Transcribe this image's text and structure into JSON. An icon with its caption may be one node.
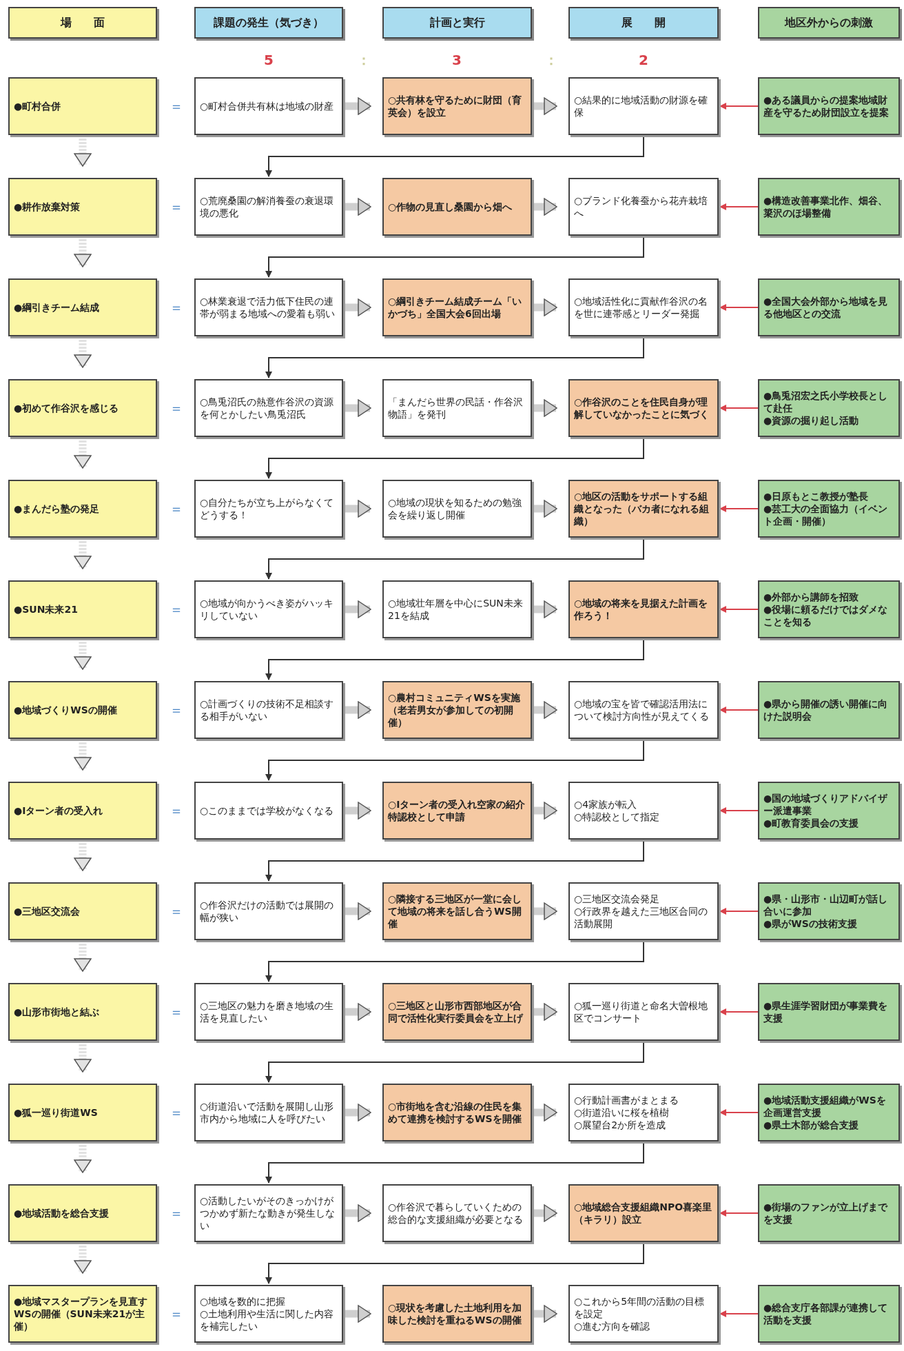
{
  "diagram": {
    "nodes": [
      {
        "text": [
          "場　　面"
        ]
      },
      {
        "text": [
          "課題の発生（気づき）"
        ]
      },
      {
        "text": [
          "計画と実行"
        ]
      },
      {
        "text": [
          "展　　開"
        ]
      },
      {
        "text": [
          "地区外からの刺激"
        ]
      },
      {
        "text": [
          "●町村合併"
        ]
      },
      {
        "text": [
          "○町村合併共有林は地域の財産"
        ]
      },
      {
        "text": [
          "○共有林を守るために財団（育英会）を設立"
        ]
      },
      {
        "text": [
          "○結果的に地域活動の財源を確保"
        ]
      },
      {
        "text": [
          "●ある議員からの提案地域財産を守るため財団設立を提案"
        ]
      },
      {
        "text": [
          "●耕作放棄対策"
        ]
      },
      {
        "text": [
          "○荒廃桑園の解消養蚕の衰退環境の悪化"
        ]
      },
      {
        "text": [
          "○作物の見直し桑園から畑へ"
        ]
      },
      {
        "text": [
          "○ブランド化養蚕から花卉栽培へ"
        ]
      },
      {
        "text": [
          "●構造改善事業北作、畑谷、簗沢のほ場整備"
        ]
      },
      {
        "text": [
          "●綱引きチーム結成"
        ]
      },
      {
        "text": [
          "○林業衰退で活力低下住民の連帯が弱まる地域への愛着も弱い"
        ]
      },
      {
        "text": [
          "○綱引きチーム結成チーム「いかづち」全国大会6回出場"
        ]
      },
      {
        "text": [
          "○地域活性化に貢献作谷沢の名を世に連帯感とリーダー発掘"
        ]
      },
      {
        "text": [
          "●全国大会外部から地域を見る他地区との交流"
        ]
      },
      {
        "text": [
          "●初めて作谷沢を感じる"
        ]
      },
      {
        "text": [
          "○鳥兎沼氏の熱意作谷沢の資源を何とかしたい鳥兎沼氏"
        ]
      },
      {
        "text": [
          "「まんだら世界の民話・作谷沢物語」を発刊"
        ]
      },
      {
        "text": [
          "○作谷沢のことを住民自身が理解していなかったことに気づく"
        ]
      },
      {
        "text": [
          "●鳥兎沼宏之氏小学校長として赴任",
          "●資源の掘り起し活動"
        ]
      },
      {
        "text": [
          "●まんだら塾の発足"
        ]
      },
      {
        "text": [
          "○自分たちが立ち上がらなくてどうする！"
        ]
      },
      {
        "text": [
          "○地域の現状を知るための勉強会を繰り返し開催"
        ]
      },
      {
        "text": [
          "○地区の活動をサポートする組織となった（バカ者になれる組織）"
        ]
      },
      {
        "text": [
          "●日原もとこ教授が塾長",
          "●芸工大の全面協力（イベント企画・開催）"
        ]
      },
      {
        "text": [
          "●SUN未来21"
        ]
      },
      {
        "text": [
          "○地域が向かうべき姿がハッキリしていない"
        ]
      },
      {
        "text": [
          "○地域壮年層を中心にSUN未来21を結成"
        ]
      },
      {
        "text": [
          "○地域の将来を見据えた計画を作ろう！"
        ]
      },
      {
        "text": [
          "●外部から講師を招致",
          "●役場に頼るだけではダメなことを知る"
        ]
      },
      {
        "text": [
          "●地域づくりWSの開催"
        ]
      },
      {
        "text": [
          "○計画づくりの技術不足相談する相手がいない"
        ]
      },
      {
        "text": [
          "○農村コミュニティWSを実施（老若男女が参加しての初開催）"
        ]
      },
      {
        "text": [
          "○地域の宝を皆で確認活用法について検討方向性が見えてくる"
        ]
      },
      {
        "text": [
          "●県から開催の誘い開催に向けた説明会"
        ]
      },
      {
        "text": [
          "●Iターン者の受入れ"
        ]
      },
      {
        "text": [
          "○このままでは学校がなくなる"
        ]
      },
      {
        "text": [
          "○Iターン者の受入れ空家の紹介特認校として申請"
        ]
      },
      {
        "text": [
          "○4家族が転入",
          "○特認校として指定"
        ]
      },
      {
        "text": [
          "●国の地域づくりアドバイザー派遣事業",
          "●町教育委員会の支援"
        ]
      },
      {
        "text": [
          "●三地区交流会"
        ]
      },
      {
        "text": [
          "○作谷沢だけの活動では展開の幅が狭い"
        ]
      },
      {
        "text": [
          "○隣接する三地区が一堂に会して地域の将来を話し合うWS開催"
        ]
      },
      {
        "text": [
          "○三地区交流会発足",
          "○行政界を越えた三地区合同の活動展開"
        ]
      },
      {
        "text": [
          "●県・山形市・山辺町が話し合いに参加",
          "●県がWSの技術支援"
        ]
      },
      {
        "text": [
          "●山形市街地と結ぶ"
        ]
      },
      {
        "text": [
          "○三地区の魅力を磨き地域の生活を見直したい"
        ]
      },
      {
        "text": [
          "○三地区と山形市西部地区が合同で活性化実行委員会を立上げ"
        ]
      },
      {
        "text": [
          "○狐一巡り街道と命名大曽根地区でコンサート"
        ]
      },
      {
        "text": [
          "●県生涯学習財団が事業費を支援"
        ]
      },
      {
        "text": [
          "●狐一巡り街道WS"
        ]
      },
      {
        "text": [
          "○街道沿いで活動を展開し山形市内から地域に人を呼びたい"
        ]
      },
      {
        "text": [
          "○市街地を含む沿線の住民を集めて連携を検討するWSを開催"
        ]
      },
      {
        "text": [
          "○行動計画書がまとまる",
          "○街道沿いに桜を植樹",
          "○展望台2か所を造成"
        ]
      },
      {
        "text": [
          "●地域活動支援組織がWSを企画運営支援",
          "●県土木部が総合支援"
        ]
      },
      {
        "text": [
          "●地域活動を総合支援"
        ]
      },
      {
        "text": [
          "○活動したいがそのきっかけがつかめず新たな動きが発生しない"
        ]
      },
      {
        "text": [
          "○作谷沢で暮らしていくための総合的な支援組織が必要となる"
        ]
      },
      {
        "text": [
          "○地域総合支援組織NPO喜楽里（キラリ）設立"
        ]
      },
      {
        "text": [
          "●街場のファンが立上げまでを支援"
        ]
      },
      {
        "text": [
          "●地域マスタープランを見直すWSの開催（SUN未来21が主催）"
        ]
      },
      {
        "text": [
          "○地域を数的に把握",
          "○土地利用や生活に関した内容を補完したい"
        ]
      },
      {
        "text": [
          "○現状を考慮した土地利用を加味した検討を重ねるWSの開催"
        ]
      },
      {
        "text": [
          "○これから5年間の活動の目標を設定",
          "○進む方向を確認"
        ]
      },
      {
        "text": [
          "●総合支庁各部課が連携して活動を支援"
        ]
      }
    ],
    "edges": [
      {
        "from": 6,
        "to": 7,
        "arrow": "to"
      },
      {
        "from": 7,
        "to": 8,
        "arrow": "to"
      },
      {
        "from": 9,
        "to": 8,
        "arrow": "to",
        "color": "#d9414b"
      },
      {
        "from": 8,
        "to": 11,
        "arrow": "to",
        "color": "#333333"
      },
      {
        "from": 5,
        "to": 10,
        "arrow": "to",
        "style": "dashed"
      },
      {
        "from": 11,
        "to": 12,
        "arrow": "to"
      },
      {
        "from": 12,
        "to": 13,
        "arrow": "to"
      },
      {
        "from": 14,
        "to": 13,
        "arrow": "to",
        "color": "#d9414b"
      },
      {
        "from": 13,
        "to": 16,
        "arrow": "to",
        "color": "#333333"
      },
      {
        "from": 10,
        "to": 15,
        "arrow": "to",
        "style": "dashed"
      },
      {
        "from": 16,
        "to": 17,
        "arrow": "to"
      },
      {
        "from": 17,
        "to": 18,
        "arrow": "to"
      },
      {
        "from": 19,
        "to": 18,
        "arrow": "to",
        "color": "#d9414b"
      },
      {
        "from": 18,
        "to": 21,
        "arrow": "to",
        "color": "#333333"
      },
      {
        "from": 15,
        "to": 20,
        "arrow": "to",
        "style": "dashed"
      },
      {
        "from": 21,
        "to": 22,
        "arrow": "to"
      },
      {
        "from": 22,
        "to": 23,
        "arrow": "to"
      },
      {
        "from": 24,
        "to": 23,
        "arrow": "to",
        "color": "#d9414b"
      },
      {
        "from": 23,
        "to": 26,
        "arrow": "to",
        "color": "#333333"
      },
      {
        "from": 20,
        "to": 25,
        "arrow": "to",
        "style": "dashed"
      },
      {
        "from": 26,
        "to": 27,
        "arrow": "to"
      },
      {
        "from": 27,
        "to": 28,
        "arrow": "to"
      },
      {
        "from": 29,
        "to": 28,
        "arrow": "to",
        "color": "#d9414b"
      },
      {
        "from": 28,
        "to": 31,
        "arrow": "to",
        "color": "#333333"
      },
      {
        "from": 25,
        "to": 30,
        "arrow": "to",
        "style": "dashed"
      },
      {
        "from": 31,
        "to": 32,
        "arrow": "to"
      },
      {
        "from": 32,
        "to": 33,
        "arrow": "to"
      },
      {
        "from": 34,
        "to": 33,
        "arrow": "to",
        "color": "#d9414b"
      },
      {
        "from": 33,
        "to": 36,
        "arrow": "to",
        "color": "#333333"
      },
      {
        "from": 30,
        "to": 35,
        "arrow": "to",
        "style": "dashed"
      },
      {
        "from": 36,
        "to": 37,
        "arrow": "to"
      },
      {
        "from": 37,
        "to": 38,
        "arrow": "to"
      },
      {
        "from": 39,
        "to": 38,
        "arrow": "to",
        "color": "#d9414b"
      },
      {
        "from": 38,
        "to": 41,
        "arrow": "to",
        "color": "#333333"
      },
      {
        "from": 35,
        "to": 40,
        "arrow": "to",
        "style": "dashed"
      },
      {
        "from": 41,
        "to": 42,
        "arrow": "to"
      },
      {
        "from": 42,
        "to": 43,
        "arrow": "to"
      },
      {
        "from": 44,
        "to": 43,
        "arrow": "to",
        "color": "#d9414b"
      },
      {
        "from": 43,
        "to": 46,
        "arrow": "to",
        "color": "#333333"
      },
      {
        "from": 40,
        "to": 45,
        "arrow": "to",
        "style": "dashed"
      },
      {
        "from": 46,
        "to": 47,
        "arrow": "to"
      },
      {
        "from": 47,
        "to": 48,
        "arrow": "to"
      },
      {
        "from": 49,
        "to": 48,
        "arrow": "to",
        "color": "#d9414b"
      },
      {
        "from": 48,
        "to": 51,
        "arrow": "to",
        "color": "#333333"
      },
      {
        "from": 45,
        "to": 50,
        "arrow": "to",
        "style": "dashed"
      },
      {
        "from": 51,
        "to": 52,
        "arrow": "to"
      },
      {
        "from": 52,
        "to": 53,
        "arrow": "to"
      },
      {
        "from": 54,
        "to": 53,
        "arrow": "to",
        "color": "#d9414b"
      },
      {
        "from": 53,
        "to": 56,
        "arrow": "to",
        "color": "#333333"
      },
      {
        "from": 50,
        "to": 55,
        "arrow": "to",
        "style": "dashed"
      },
      {
        "from": 56,
        "to": 57,
        "arrow": "to"
      },
      {
        "from": 57,
        "to": 58,
        "arrow": "to"
      },
      {
        "from": 59,
        "to": 58,
        "arrow": "to",
        "color": "#d9414b"
      },
      {
        "from": 58,
        "to": 61,
        "arrow": "to",
        "color": "#333333"
      },
      {
        "from": 55,
        "to": 60,
        "arrow": "to",
        "style": "dashed"
      },
      {
        "from": 61,
        "to": 62,
        "arrow": "to"
      },
      {
        "from": 62,
        "to": 63,
        "arrow": "to"
      },
      {
        "from": 64,
        "to": 63,
        "arrow": "to",
        "color": "#d9414b"
      },
      {
        "from": 63,
        "to": 66,
        "arrow": "to",
        "color": "#333333"
      },
      {
        "from": 60,
        "to": 65,
        "arrow": "to",
        "style": "dashed"
      },
      {
        "from": 66,
        "to": 67,
        "arrow": "to"
      },
      {
        "from": 67,
        "to": 68,
        "arrow": "to"
      },
      {
        "from": 69,
        "to": 68,
        "arrow": "to",
        "color": "#d9414b"
      }
    ],
    "labels": [
      "5",
      "：",
      "3",
      "：",
      "2",
      "＝",
      "＝",
      "＝",
      "＝",
      "＝",
      "＝",
      "＝",
      "＝",
      "＝",
      "＝",
      "＝",
      "＝",
      "＝"
    ]
  }
}
